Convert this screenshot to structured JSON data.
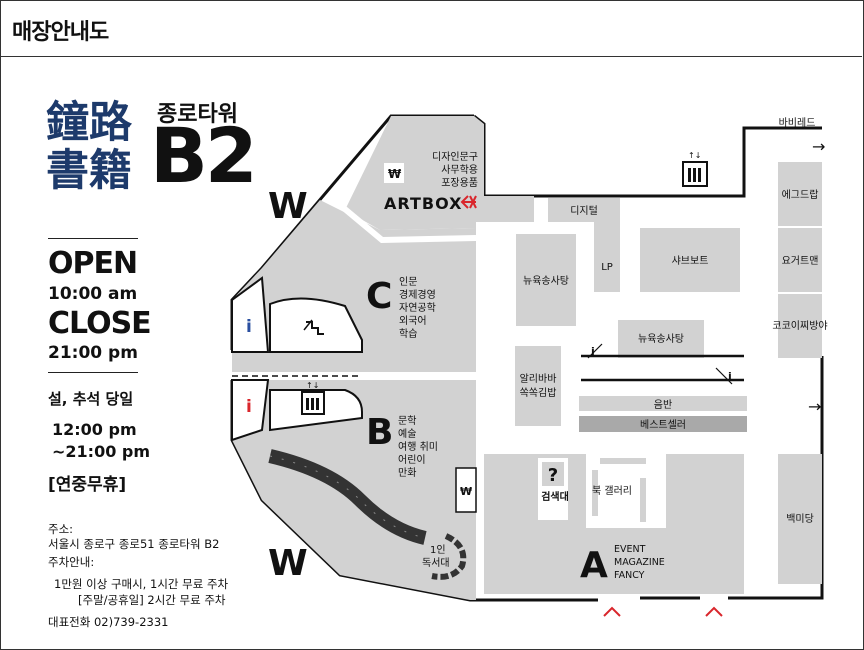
{
  "header": {
    "title": "매장안내도"
  },
  "store": {
    "logo_hanja": [
      "鐘路",
      "書籍"
    ],
    "tower_name": "종로타워",
    "floor": "B2"
  },
  "hours": {
    "open_label": "OPEN",
    "open_time": "10:00 am",
    "close_label": "CLOSE",
    "close_time": "21:00 pm",
    "holiday_label": "설, 추석 당일",
    "holiday_open": "12:00 pm",
    "holiday_close": "~21:00 pm",
    "no_closing": "[연중무휴]"
  },
  "contact": {
    "address_label": "주소:",
    "address": "서울시 종로구 종로51 종로타워 B2",
    "parking_label": "주차안내:",
    "parking_line1": "1만원 이상 구매시, 1시간 무료 주차",
    "parking_line2": "[주말/공휴일] 2시간 무료 주차",
    "phone": "대표전화 02)739-2331"
  },
  "map": {
    "zones": {
      "a": {
        "letter": "A",
        "categories": [
          "EVENT",
          "MAGAZINE",
          "FANCY"
        ]
      },
      "b": {
        "letter": "B",
        "categories": [
          "문학",
          "예술",
          "여행 취미",
          "어린이",
          "만화"
        ]
      },
      "c": {
        "letter": "C",
        "categories": [
          "인문",
          "경제경영",
          "자연공학",
          "외국어",
          "학습"
        ]
      }
    },
    "artbox": {
      "name": "ARTBOX",
      "categories": [
        "디자인문구",
        "사무학용",
        "포장용품"
      ]
    },
    "entrance_w": "W",
    "won_sign": "₩",
    "info_icon": "i",
    "search": {
      "mark": "?",
      "label": "검색대"
    },
    "single_seat": [
      "1인",
      "독서대"
    ],
    "shops": {
      "digital": "디지털",
      "lp": "LP",
      "shabu": "샤브보트",
      "noodle_left": "뉴육송사탕",
      "noodle_right": "뉴육송사탕",
      "alibaba": [
        "알리바바",
        "쏙쏙김밥"
      ],
      "record": "음반",
      "bestseller": "베스트셀러",
      "gallery": "북 갤러리",
      "barbie": "바비레드",
      "egg": "에그드랍",
      "yogurt": "요거트맨",
      "coco": "코코이찌방야",
      "baekmi": "백미당"
    },
    "colors": {
      "zone_fill": "#d2d2d2",
      "shop_fill": "#d2d2d2",
      "logo_blue": "#1d3a6b",
      "accent_red": "#d9262c",
      "info_blue": "#2a4fa0"
    }
  }
}
